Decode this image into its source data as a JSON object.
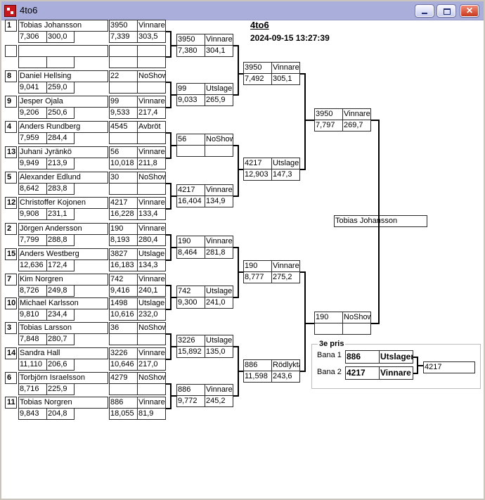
{
  "window": {
    "title": "4to6"
  },
  "event": {
    "title": "4to6",
    "datetime": "2024-09-15 13:27:39"
  },
  "round1": [
    {
      "seed": "1",
      "name": "Tobias Johansson",
      "t1": "7,306",
      "t2": "300,0",
      "num": "3950",
      "status": "Vinnare",
      "r1": "7,339",
      "r2": "303,5"
    },
    {
      "seed": "",
      "name": "",
      "t1": "",
      "t2": "",
      "num": "",
      "status": "",
      "r1": "",
      "r2": ""
    },
    {
      "seed": "8",
      "name": "Daniel Hellsing",
      "t1": "9,041",
      "t2": "259,0",
      "num": "22",
      "status": "NoShow",
      "r1": "",
      "r2": ""
    },
    {
      "seed": "9",
      "name": "Jesper Ojala",
      "t1": "9,206",
      "t2": "250,6",
      "num": "99",
      "status": "Vinnare",
      "r1": "9,533",
      "r2": "217,4"
    },
    {
      "seed": "4",
      "name": "Anders Rundberg",
      "t1": "7,959",
      "t2": "284,4",
      "num": "4545",
      "status": "Avbröt",
      "r1": "",
      "r2": ""
    },
    {
      "seed": "13",
      "name": "Juhani Jyränkö",
      "t1": "9,949",
      "t2": "213,9",
      "num": "56",
      "status": "Vinnare",
      "r1": "10,018",
      "r2": "211,8"
    },
    {
      "seed": "5",
      "name": "Alexander Edlund",
      "t1": "8,642",
      "t2": "283,8",
      "num": "30",
      "status": "NoShow",
      "r1": "",
      "r2": ""
    },
    {
      "seed": "12",
      "name": "Christoffer Kojonen",
      "t1": "9,908",
      "t2": "231,1",
      "num": "4217",
      "status": "Vinnare",
      "r1": "16,228",
      "r2": "133,4"
    },
    {
      "seed": "2",
      "name": "Jörgen Andersson",
      "t1": "7,799",
      "t2": "288,8",
      "num": "190",
      "status": "Vinnare",
      "r1": "8,193",
      "r2": "280,4"
    },
    {
      "seed": "15",
      "name": "Anders Westberg",
      "t1": "12,636",
      "t2": "172,4",
      "num": "3827",
      "status": "Utslagen",
      "r1": "16,183",
      "r2": "134,3"
    },
    {
      "seed": "7",
      "name": "Kim Norgren",
      "t1": "8,726",
      "t2": "249,8",
      "num": "742",
      "status": "Vinnare",
      "r1": "9,416",
      "r2": "240,1"
    },
    {
      "seed": "10",
      "name": "Michael Karlsson",
      "t1": "9,810",
      "t2": "234,4",
      "num": "1498",
      "status": "Utslagen",
      "r1": "10,616",
      "r2": "232,0"
    },
    {
      "seed": "3",
      "name": "Tobias Larsson",
      "t1": "7,848",
      "t2": "280,7",
      "num": "36",
      "status": "NoShow",
      "r1": "",
      "r2": ""
    },
    {
      "seed": "14",
      "name": "Sandra Hall",
      "t1": "11,110",
      "t2": "206,6",
      "num": "3226",
      "status": "Vinnare",
      "r1": "10,646",
      "r2": "217,0"
    },
    {
      "seed": "6",
      "name": "Torbjörn Israelsson",
      "t1": "8,716",
      "t2": "225,9",
      "num": "4279",
      "status": "NoShow",
      "r1": "",
      "r2": ""
    },
    {
      "seed": "11",
      "name": "Tobias Norgren",
      "t1": "9,843",
      "t2": "204,8",
      "num": "886",
      "status": "Vinnare",
      "r1": "18,055",
      "r2": "81,9"
    }
  ],
  "round2": [
    {
      "num": "3950",
      "status": "Vinnare",
      "t1": "7,380",
      "t2": "304,1"
    },
    {
      "num": "99",
      "status": "Utslagen",
      "t1": "9,033",
      "t2": "265,9"
    },
    {
      "num": "56",
      "status": "NoShow",
      "t1": "",
      "t2": ""
    },
    {
      "num": "4217",
      "status": "Vinnare",
      "t1": "16,404",
      "t2": "134,9"
    },
    {
      "num": "190",
      "status": "Vinnare",
      "t1": "8,464",
      "t2": "281,8"
    },
    {
      "num": "742",
      "status": "Utslagen",
      "t1": "9,300",
      "t2": "241,0"
    },
    {
      "num": "3226",
      "status": "Utslagen",
      "t1": "15,892",
      "t2": "135,0"
    },
    {
      "num": "886",
      "status": "Vinnare",
      "t1": "9,772",
      "t2": "245,2"
    }
  ],
  "round3": [
    {
      "num": "3950",
      "status": "Vinnare",
      "t1": "7,492",
      "t2": "305,1"
    },
    {
      "num": "4217",
      "status": "Utslagen",
      "t1": "12,903",
      "t2": "147,3"
    },
    {
      "num": "190",
      "status": "Vinnare",
      "t1": "8,777",
      "t2": "275,2"
    },
    {
      "num": "886",
      "status": "Rödlykta",
      "t1": "11,598",
      "t2": "243,6"
    }
  ],
  "round4": [
    {
      "num": "3950",
      "status": "Vinnare",
      "t1": "7,797",
      "t2": "269,7"
    },
    {
      "num": "190",
      "status": "NoShow",
      "t1": "",
      "t2": ""
    }
  ],
  "winner": "Tobias Johansson",
  "third_place": {
    "title": "3e pris",
    "lane1_label": "Bana 1",
    "lane1_num": "886",
    "lane1_status": "Utslagen",
    "lane2_label": "Bana 2",
    "lane2_num": "4217",
    "lane2_status": "Vinnare",
    "result": "4217"
  }
}
